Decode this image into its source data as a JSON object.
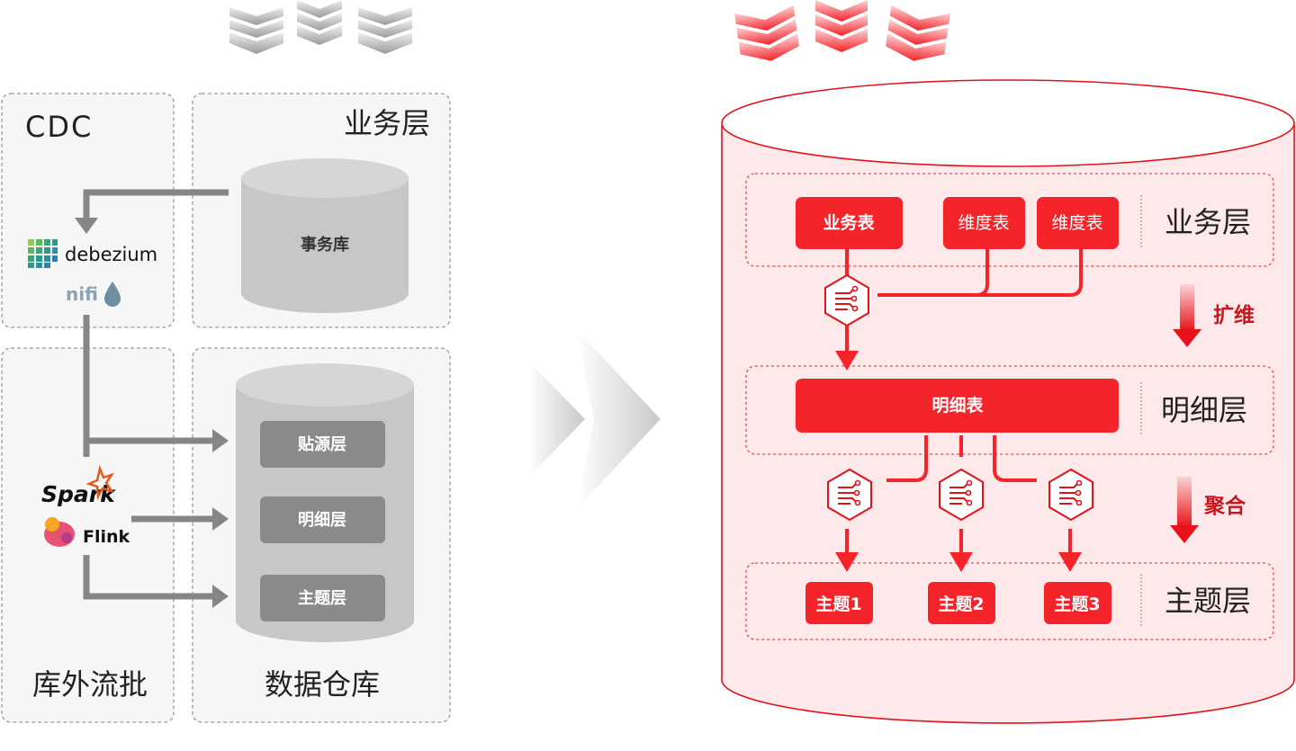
{
  "left": {
    "cdc_label": "CDC",
    "biz_layer_label": "业务层",
    "transaction_db_label": "事务库",
    "tools": {
      "debezium": "debezium",
      "nifi": "nifi",
      "spark": "Spark",
      "flink": "Flink"
    },
    "warehouse_layers": [
      "贴源层",
      "明细层",
      "主题层"
    ],
    "external_batch_label": "库外流批",
    "warehouse_label": "数据仓库"
  },
  "right": {
    "biz_tables": {
      "business": "业务表",
      "dim1": "维度表",
      "dim2": "维度表"
    },
    "biz_layer_label": "业务层",
    "expand_label": "扩维",
    "detail_table": "明细表",
    "detail_layer_label": "明细层",
    "aggregate_label": "聚合",
    "topics": [
      "主题1",
      "主题2",
      "主题3"
    ],
    "topic_layer_label": "主题层"
  },
  "icons": {
    "chevrons": "chevron-down-icon",
    "transform": "hexagon-pipeline-icon"
  },
  "colors": {
    "red": "#f5242b",
    "dark_red": "#c8161d",
    "gray_box": "#8a8a8a",
    "gray_cylinder": "#cacaca",
    "panel_bg": "#f6f6f6",
    "red_bg": "#fde9ea"
  }
}
